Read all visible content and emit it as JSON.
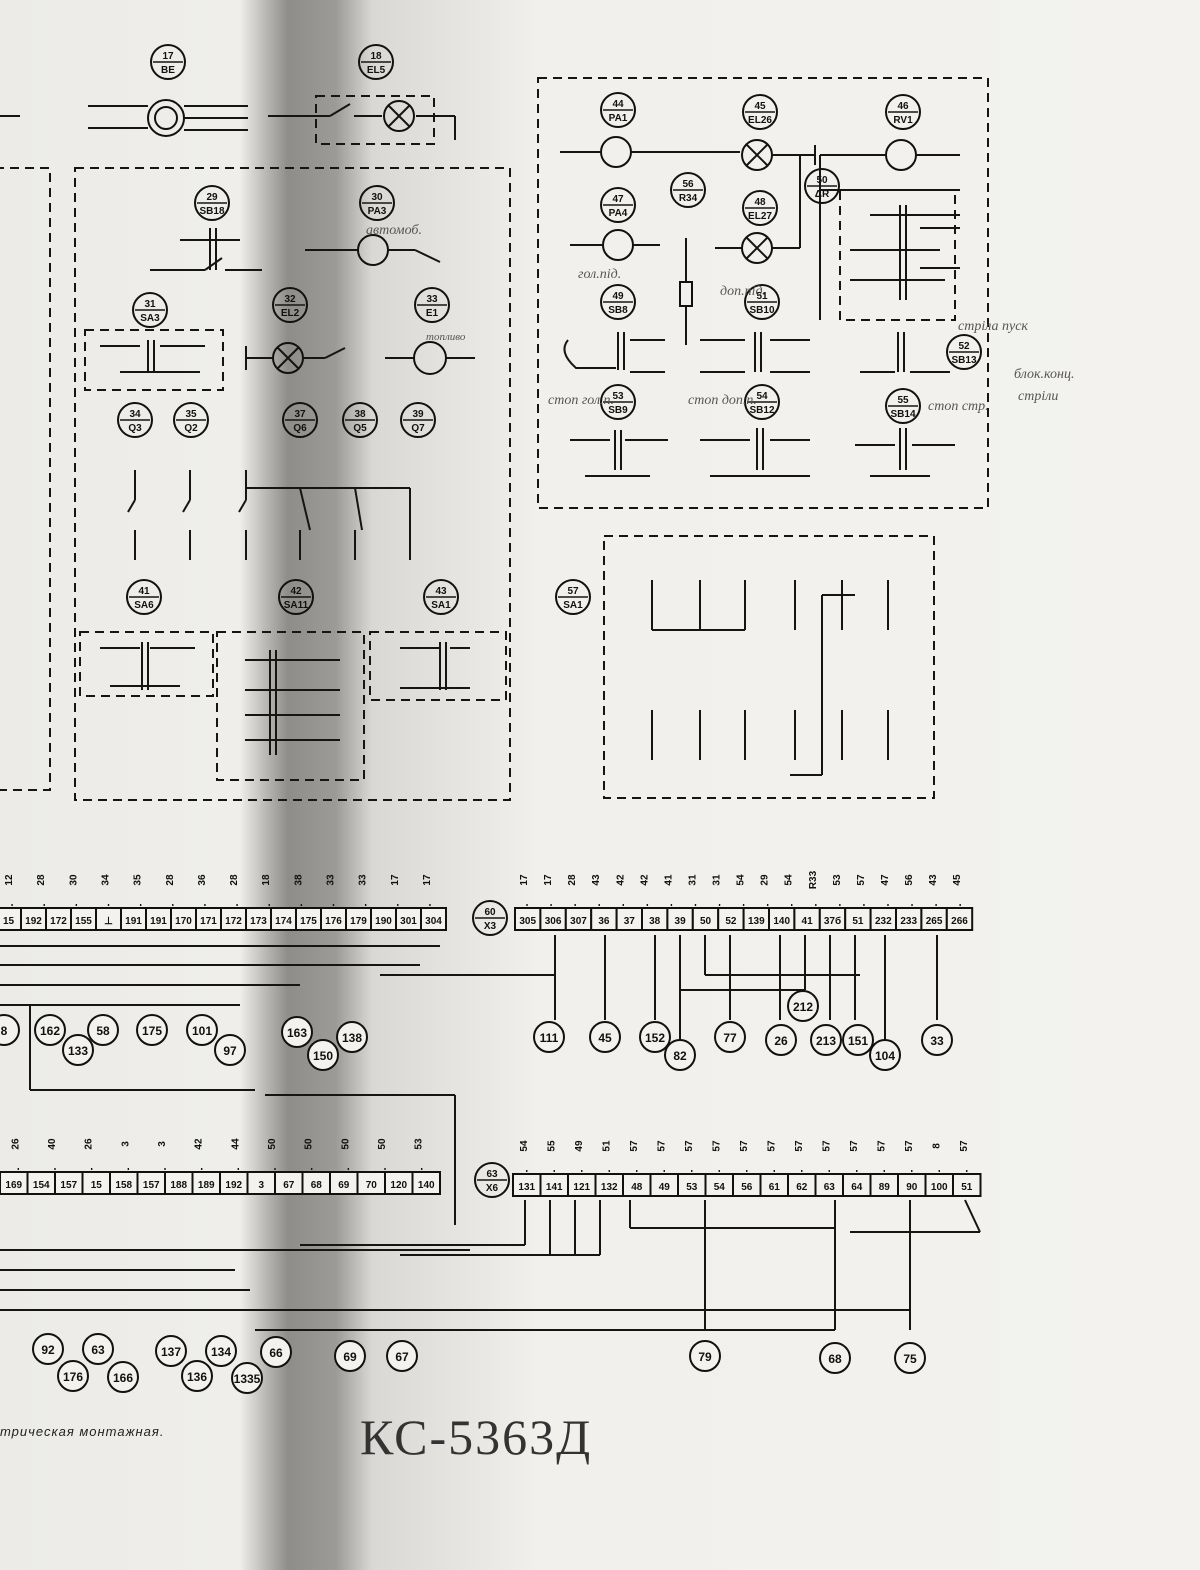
{
  "components": [
    {
      "n": "17",
      "ref": "BE"
    },
    {
      "n": "18",
      "ref": "EL5"
    },
    {
      "n": "44",
      "ref": "PA1"
    },
    {
      "n": "45",
      "ref": "EL26"
    },
    {
      "n": "46",
      "ref": "RV1"
    },
    {
      "n": "47",
      "ref": "PA4"
    },
    {
      "n": "56",
      "ref": "R34"
    },
    {
      "n": "48",
      "ref": "EL27"
    },
    {
      "n": "50",
      "ref": "ΔR"
    },
    {
      "n": "29",
      "ref": "SB18"
    },
    {
      "n": "30",
      "ref": "PA3"
    },
    {
      "n": "49",
      "ref": "SB8"
    },
    {
      "n": "51",
      "ref": "SB10"
    },
    {
      "n": "52",
      "ref": "SB13"
    },
    {
      "n": "31",
      "ref": "SA3"
    },
    {
      "n": "32",
      "ref": "EL2"
    },
    {
      "n": "33",
      "ref": "E1"
    },
    {
      "n": "53",
      "ref": "SB9"
    },
    {
      "n": "54",
      "ref": "SB12"
    },
    {
      "n": "55",
      "ref": "SB14"
    },
    {
      "n": "34",
      "ref": "Q3"
    },
    {
      "n": "35",
      "ref": "Q2"
    },
    {
      "n": "37",
      "ref": "Q6"
    },
    {
      "n": "38",
      "ref": "Q5"
    },
    {
      "n": "39",
      "ref": "Q7"
    },
    {
      "n": "41",
      "ref": "SA6"
    },
    {
      "n": "42",
      "ref": "SA11"
    },
    {
      "n": "43",
      "ref": "SA1"
    },
    {
      "n": "57",
      "ref": "SA1"
    },
    {
      "n": "60",
      "ref": "X3"
    },
    {
      "n": "63",
      "ref": "X6"
    }
  ],
  "handwritten": {
    "avtomob": "автомоб.",
    "topl": "топливо",
    "strila_pusk": "стріла пуск",
    "blok_kong": "блок.конц.",
    "strily": "стріли",
    "stop_golp": "стоп гол.п.",
    "stop_dop": "стоп доп.п.",
    "stop_str": "стоп стр.",
    "gol_pid": "гол.під.",
    "dop_pid": "доп.під."
  },
  "x3": {
    "left_terms": [
      "15",
      "192",
      "172",
      "155",
      "⊥",
      "191",
      "191",
      "170",
      "171",
      "172",
      "173",
      "174",
      "175",
      "176",
      "179",
      "190",
      "301",
      "304"
    ],
    "left_wires": [
      "12",
      "28",
      "30",
      "34",
      "35",
      "28",
      "36",
      "28",
      "18",
      "38",
      "33",
      "33",
      "17",
      "17"
    ],
    "right_terms": [
      "305",
      "306",
      "307",
      "36",
      "37",
      "38",
      "39",
      "50",
      "52",
      "139",
      "140",
      "41",
      "37б",
      "51",
      "232",
      "233",
      "265",
      "266"
    ],
    "right_wires": [
      "17",
      "17",
      "28",
      "43",
      "42",
      "42",
      "41",
      "31",
      "31",
      "54",
      "29",
      "54",
      "R33",
      "53",
      "57",
      "47",
      "56",
      "43",
      "45"
    ],
    "cables": [
      "8",
      "162",
      "133",
      "58",
      "175",
      "101",
      "97",
      "163",
      "150",
      "138",
      "111",
      "45",
      "152",
      "82",
      "77",
      "212",
      "26",
      "213",
      "151",
      "104",
      "33"
    ]
  },
  "x6": {
    "left_terms": [
      "169",
      "154",
      "157",
      "15",
      "158",
      "157",
      "188",
      "189",
      "192",
      "3",
      "67",
      "68",
      "69",
      "70",
      "120",
      "140"
    ],
    "left_wires": [
      "26",
      "40",
      "26",
      "3",
      "3",
      "42",
      "44",
      "50",
      "50",
      "50",
      "50",
      "53"
    ],
    "right_terms": [
      "131",
      "141",
      "121",
      "132",
      "48",
      "49",
      "53",
      "54",
      "56",
      "61",
      "62",
      "63",
      "64",
      "89",
      "90",
      "100",
      "51"
    ],
    "right_wires": [
      "54",
      "55",
      "49",
      "51",
      "57",
      "57",
      "57",
      "57",
      "57",
      "57",
      "57",
      "57",
      "57",
      "57",
      "57",
      "8",
      "57"
    ],
    "cables": [
      "92",
      "176",
      "63",
      "166",
      "137",
      "136",
      "134",
      "1335",
      "66",
      "69",
      "67",
      "79",
      "68",
      "75"
    ]
  },
  "caption": "трическая монтажная.",
  "model": "КС-5363Д"
}
